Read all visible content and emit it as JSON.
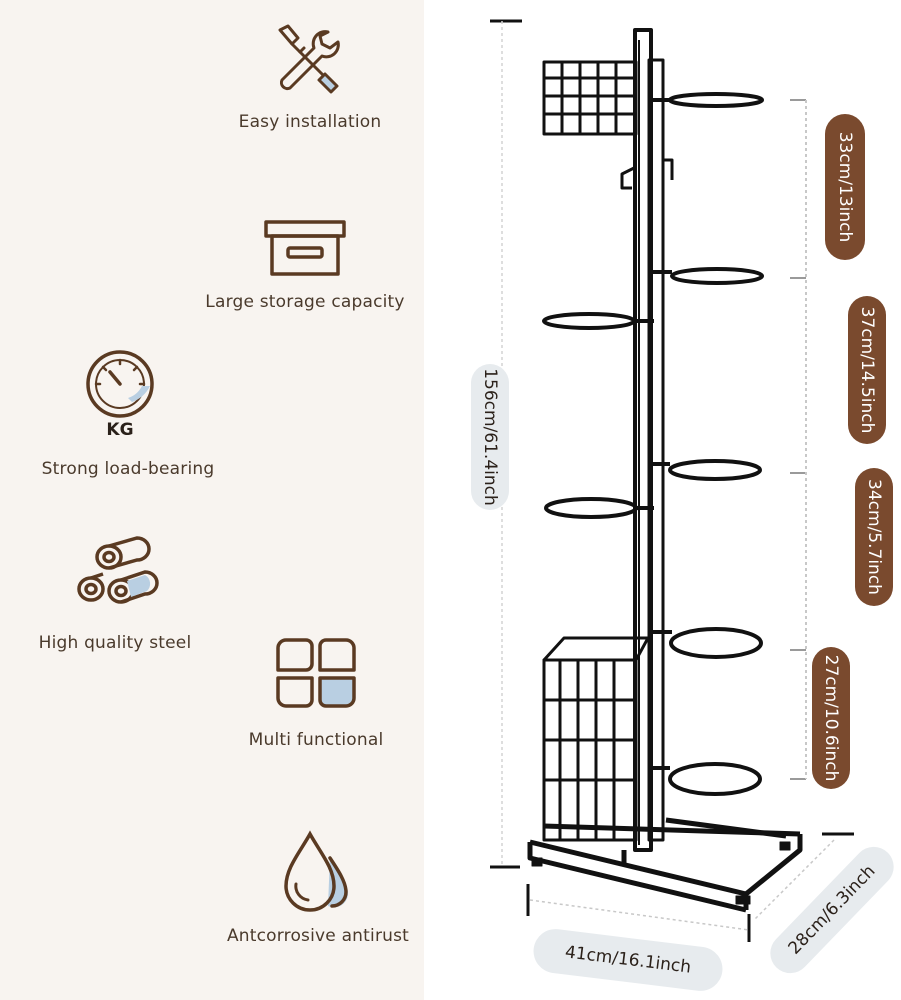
{
  "features": [
    {
      "label": "Easy installation",
      "icon": "wrench-screwdriver-icon"
    },
    {
      "label": "Large storage capacity",
      "icon": "storage-box-icon"
    },
    {
      "label": "Strong load-bearing",
      "icon": "gauge-kg-icon"
    },
    {
      "label": "High quality steel",
      "icon": "steel-pipes-icon"
    },
    {
      "label": "Multi functional",
      "icon": "four-squares-icon"
    },
    {
      "label": "Antcorrosive antirust",
      "icon": "water-drops-icon"
    }
  ],
  "kg_label": "KG",
  "dimensions": {
    "total_height": "156cm/61.4inch",
    "gap_1": "33cm/13inch",
    "gap_2": "37cm/14.5inch",
    "gap_3": "34cm/5.7inch",
    "gap_4": "27cm/10.6inch",
    "width": "41cm/16.1inch",
    "depth": "28cm/6.3inch"
  },
  "colors": {
    "panel_bg": "#f8f4f0",
    "brown_accent": "#7a4a2e",
    "gray_pill": "#e7ebee",
    "icon_stroke": "#5a3a22",
    "icon_blue": "#b9cfe2",
    "rack": "#111111"
  }
}
